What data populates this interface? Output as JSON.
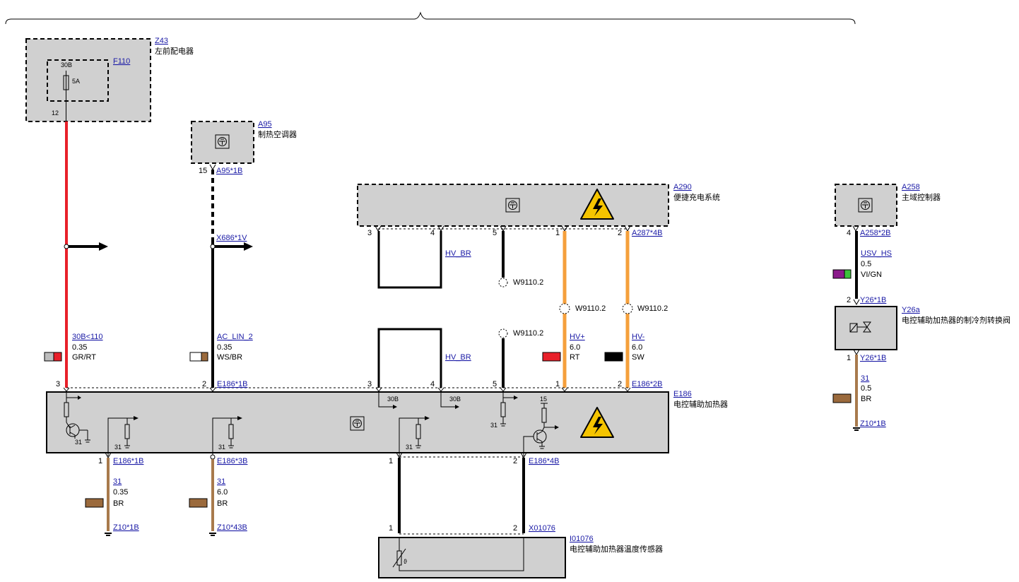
{
  "components": {
    "z43": {
      "id": "Z43",
      "name": "左前配电器"
    },
    "f110": {
      "id": "F110",
      "terminal": "30B",
      "rating": "5A",
      "pin": "12"
    },
    "a95": {
      "id": "A95",
      "name": "制热空调器",
      "pin": "15",
      "connector": "A95*1B"
    },
    "a290": {
      "id": "A290",
      "name": "便捷充电系统",
      "connector": "A287*4B"
    },
    "a258": {
      "id": "A258",
      "name": "主域控制器",
      "pin": "4",
      "connector": "A258*2B"
    },
    "y26a": {
      "id": "Y26a",
      "name": "电控辅助加热器的制冷剂转换阀",
      "connector_top": "Y26*1B",
      "pin_top": "2",
      "connector_bottom": "Y26*1B",
      "pin_bottom": "1"
    },
    "e186": {
      "id": "E186",
      "name": "电控辅助加热器",
      "connector_top_left": "E186*1B",
      "connector_top_right": "E186*2B"
    },
    "i01076": {
      "id": "I01076",
      "name": "电控辅助加热器温度传感器",
      "connector": "X01076",
      "theta": "ϑ"
    }
  },
  "wires": [
    {
      "name": "30B<110",
      "size": "0.35",
      "color": "GR/RT",
      "swatch": [
        "#bdbdbd",
        "#e8202a"
      ]
    },
    {
      "name": "AC_LIN_2",
      "size": "0.35",
      "color": "WS/BR",
      "swatch": [
        "#ffffff",
        "#9b6a3c"
      ]
    },
    {
      "name": "HV+",
      "size": "6.0",
      "color": "RT",
      "swatch": [
        "#e8202a",
        "#e8202a"
      ]
    },
    {
      "name": "HV-",
      "size": "6.0",
      "color": "SW",
      "swatch": [
        "#000000",
        "#000000"
      ]
    },
    {
      "name": "USV_HS",
      "size": "0.5",
      "color": "VI/GN",
      "swatch": [
        "#8b1a8b",
        "#3cc03c"
      ]
    },
    {
      "name": "31",
      "size": "0.5",
      "color": "BR",
      "swatch": [
        "#9b6a3c",
        "#9b6a3c"
      ]
    },
    {
      "name": "31",
      "size": "0.35",
      "color": "BR",
      "swatch": [
        "#9b6a3c",
        "#9b6a3c"
      ]
    },
    {
      "name": "31",
      "size": "6.0",
      "color": "BR",
      "swatch": [
        "#9b6a3c",
        "#9b6a3c"
      ]
    }
  ],
  "labels": {
    "x686": "X686*1V",
    "hv_br": "HV_BR",
    "w9110": "W9110.2",
    "z10_1b": "Z10*1B",
    "z10_43b": "Z10*43B",
    "e186_1b": "E186*1B",
    "e186_3b": "E186*3B",
    "e186_4b": "E186*4B",
    "t30b": "30B",
    "t31": "31",
    "t15": "15"
  },
  "pins": {
    "p1": "1",
    "p2": "2",
    "p3": "3",
    "p4": "4",
    "p5": "5"
  },
  "colors": {
    "red": "#e8202a",
    "orange": "#f5a03c",
    "brown": "#a87a4c",
    "black": "#000000",
    "box_fill": "#d0d0d0",
    "link": "#1a1aa6",
    "warning": "#f5c400"
  }
}
